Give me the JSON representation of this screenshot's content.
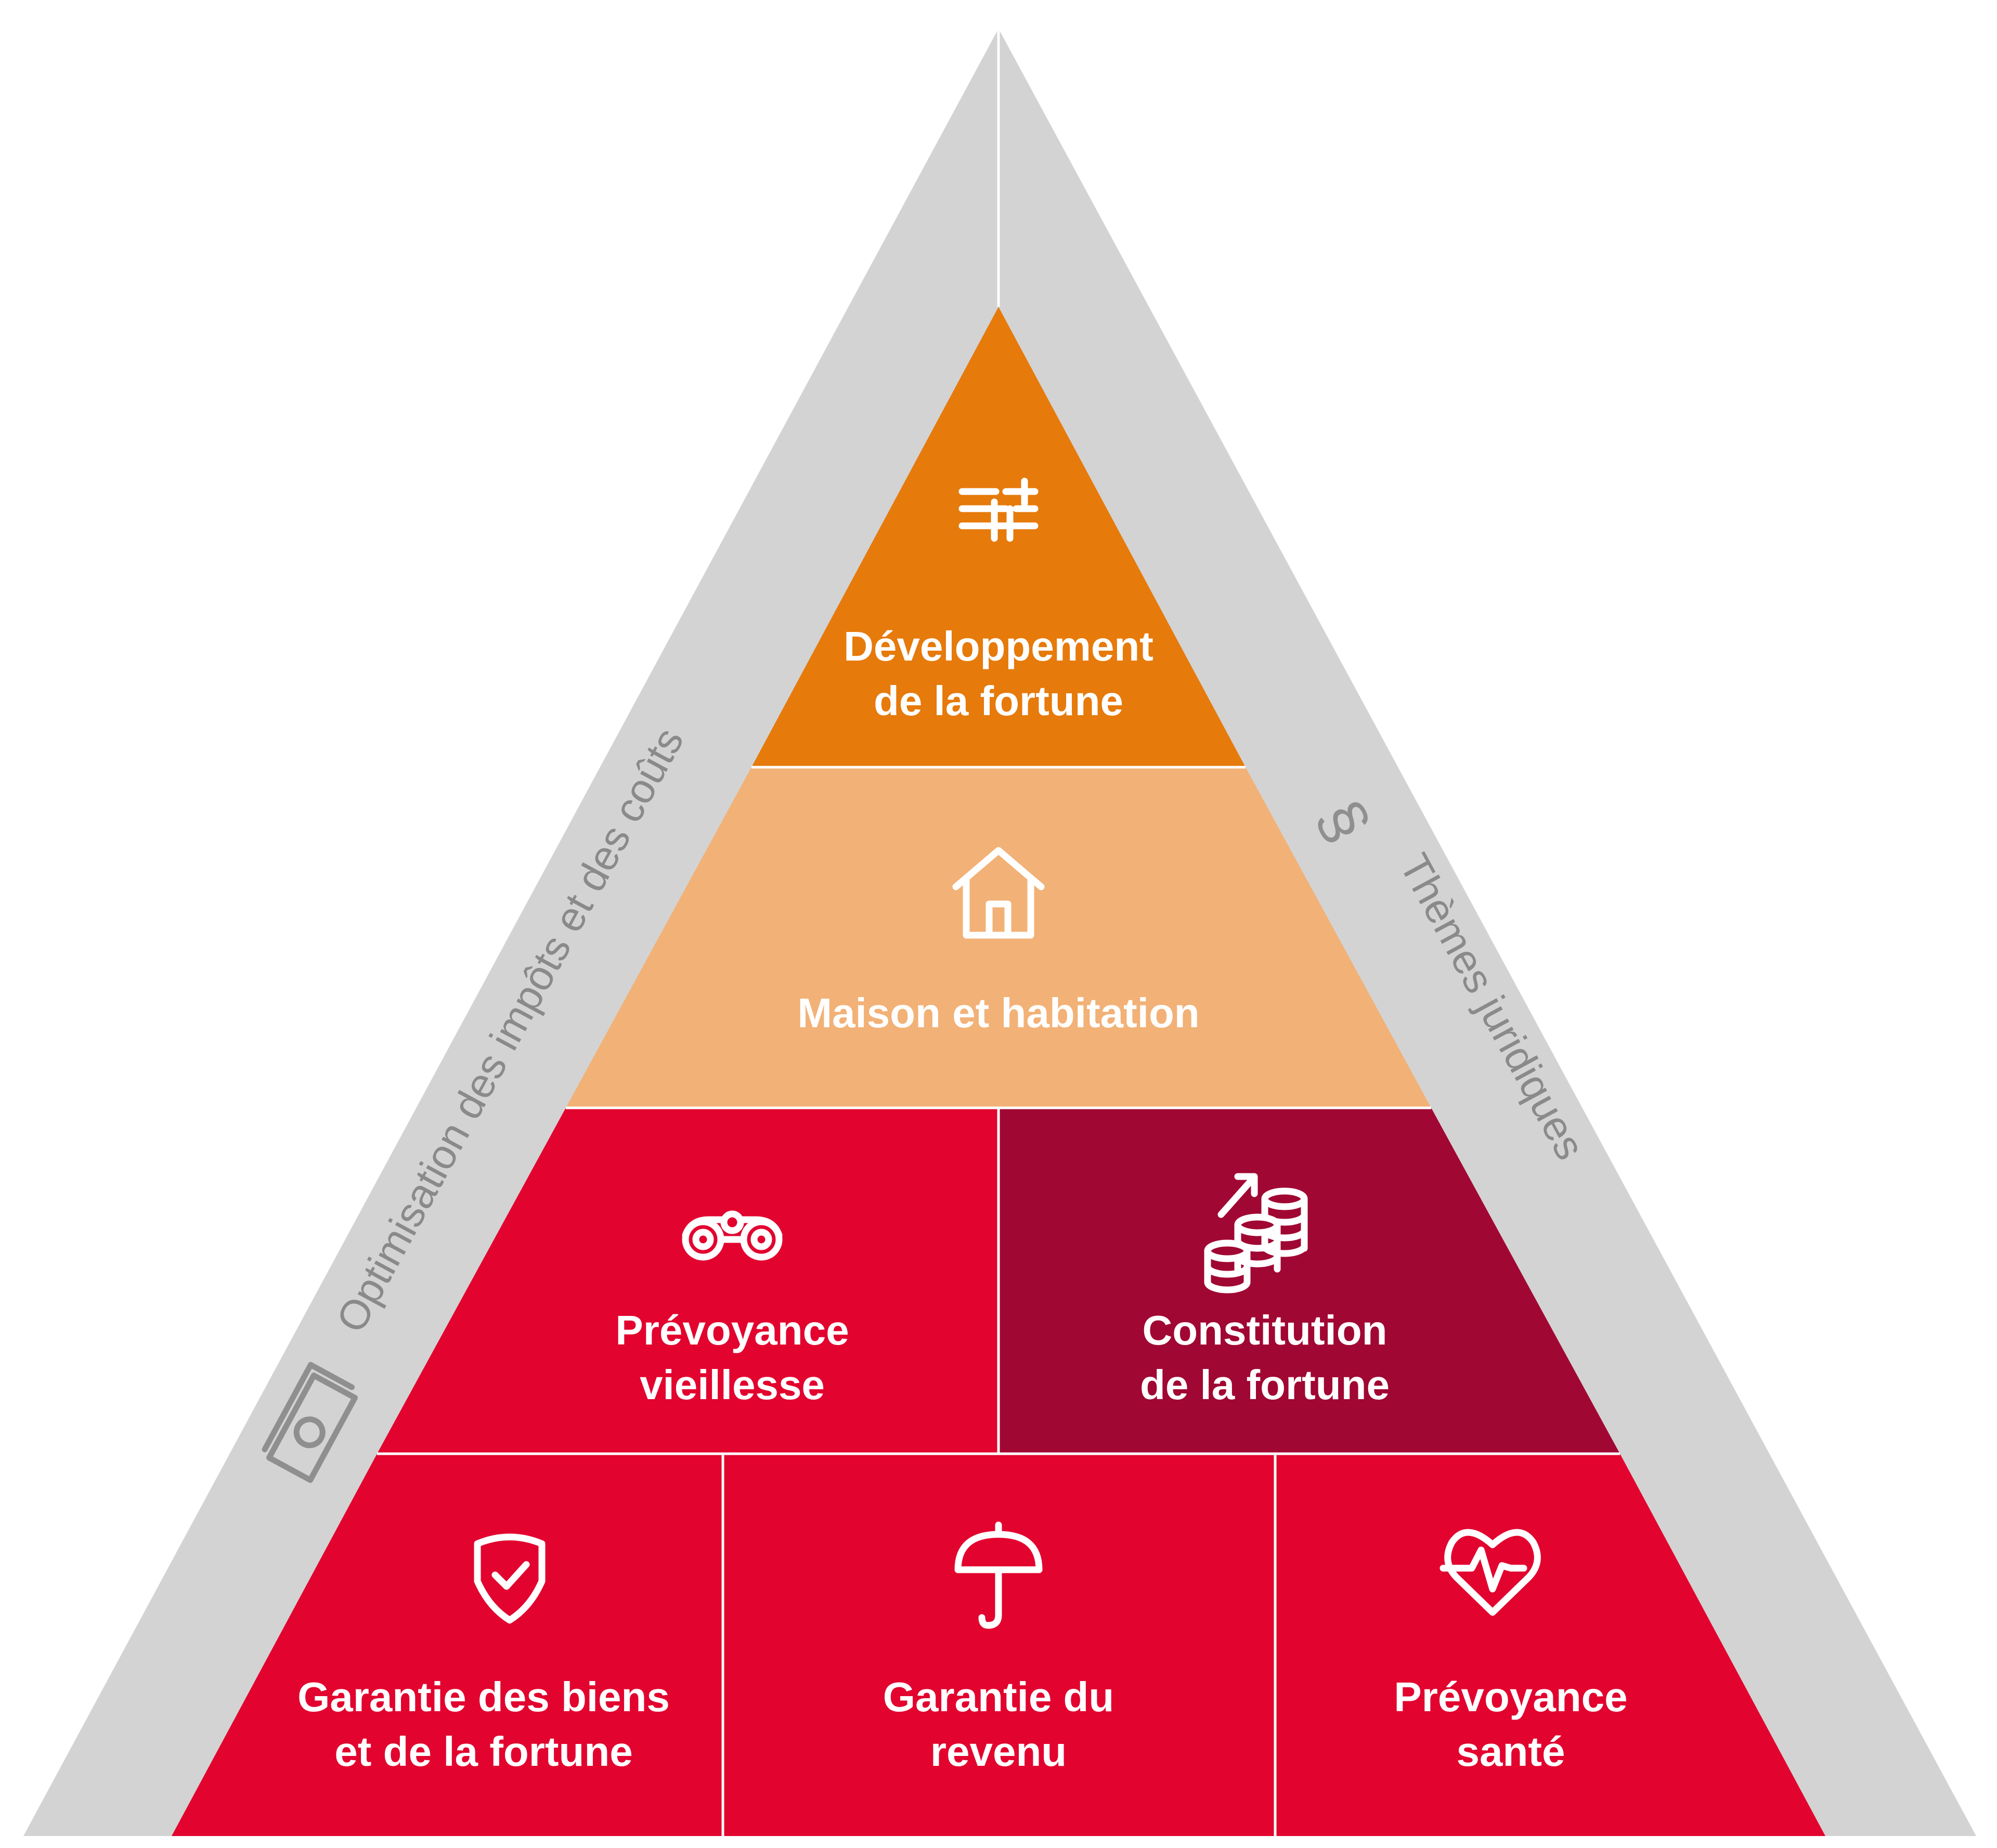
{
  "side_labels": {
    "left": "Optimisation des impôts et des coûts",
    "right": "Thèmes juridiques",
    "left_icon": "banknote-icon",
    "right_icon": "paragraph-icon"
  },
  "tiers": {
    "top": {
      "line1": "Développement",
      "line2": "de la fortune",
      "icon": "sliders-icon",
      "color": "#E67A0B"
    },
    "second": {
      "line1": "Maison et habitation",
      "icon": "house-icon",
      "color": "#F2B176"
    },
    "third_left": {
      "line1": "Prévoyance",
      "line2": "vieillesse",
      "icon": "binoculars-icon",
      "color": "#E2042F"
    },
    "third_right": {
      "line1": "Constitution",
      "line2": "de la fortune",
      "icon": "coins-growth-icon",
      "color": "#A10733"
    },
    "bottom_left": {
      "line1": "Garantie des biens",
      "line2": "et de la fortune",
      "icon": "shield-check-icon",
      "color": "#E2042F"
    },
    "bottom_center": {
      "line1": "Garantie du",
      "line2": "revenu",
      "icon": "umbrella-icon",
      "color": "#E2042F"
    },
    "bottom_right": {
      "line1": "Prévoyance",
      "line2": "santé",
      "icon": "heart-pulse-icon",
      "color": "#E2042F"
    }
  },
  "colors": {
    "frame": "#D3D3D3",
    "side_text": "#8A8A8A"
  }
}
